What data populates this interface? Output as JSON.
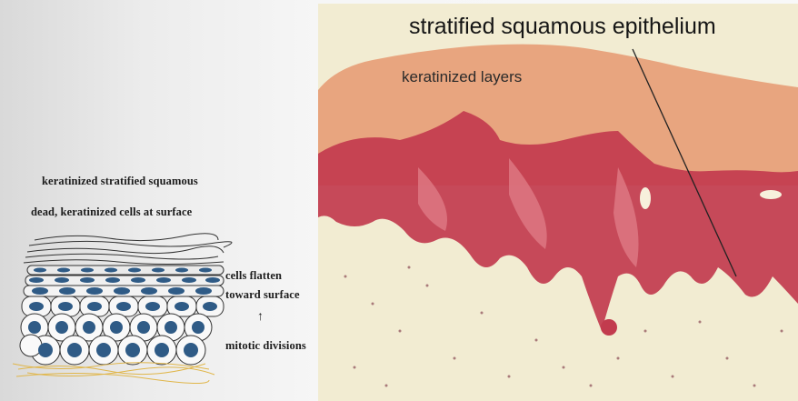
{
  "diagram": {
    "heading": "keratinized stratified squamous",
    "dead_label": "dead, keratinized cells at surface",
    "flatten_label_line1": "cells flatten",
    "flatten_label_line2": "toward surface",
    "arrow": "↑",
    "mitotic_label": "mitotic divisions"
  },
  "micrograph": {
    "title": "stratified squamous epithelium",
    "keratin_label": "keratinized layers"
  },
  "colors": {
    "nucleus": "#2f5b86",
    "tissue_pink": "#e7a27f",
    "tissue_red": "#c23b4e",
    "dermis": "#f2ecd2"
  }
}
